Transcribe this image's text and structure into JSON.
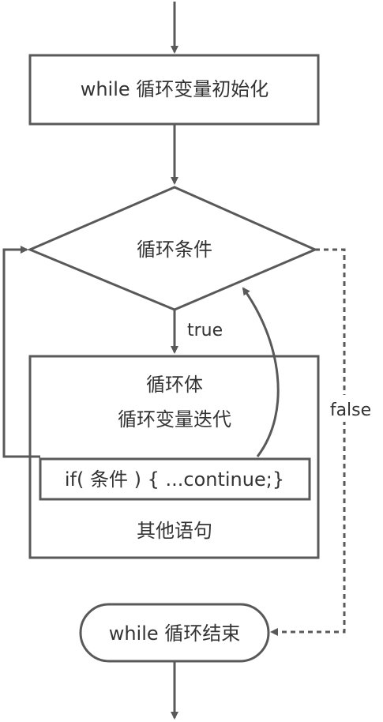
{
  "diagram": {
    "init_box": "while 循环变量初始化",
    "condition": "循环条件",
    "true_label": "true",
    "false_label": "false",
    "body": {
      "line1": "循环体",
      "line2": "循环变量迭代",
      "inner_box": "if( 条件 ) { ...continue;}",
      "other": "其他语句"
    },
    "end": "while 循环结束"
  }
}
